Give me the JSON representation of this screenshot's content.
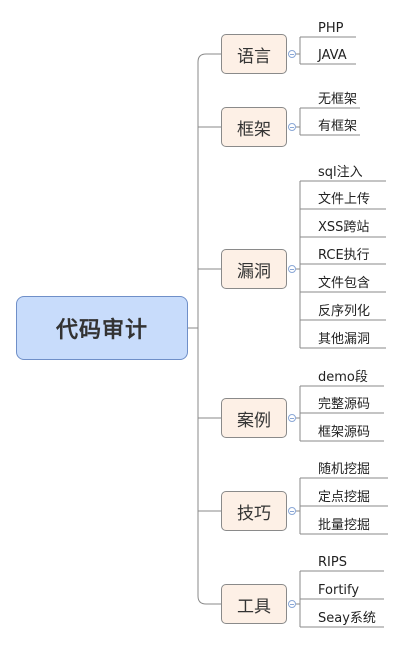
{
  "root": {
    "label": "代码审计"
  },
  "branches": [
    {
      "label": "语言",
      "leaves": [
        "PHP",
        "JAVA"
      ]
    },
    {
      "label": "框架",
      "leaves": [
        "无框架",
        "有框架"
      ]
    },
    {
      "label": "漏洞",
      "leaves": [
        "sql注入",
        "文件上传",
        "XSS跨站",
        "RCE执行",
        "文件包含",
        "反序列化",
        "其他漏洞"
      ]
    },
    {
      "label": "案例",
      "leaves": [
        "demo段",
        "完整源码",
        "框架源码"
      ]
    },
    {
      "label": "技巧",
      "leaves": [
        "随机挖掘",
        "定点挖掘",
        "批量挖掘"
      ]
    },
    {
      "label": "工具",
      "leaves": [
        "RIPS",
        "Fortify",
        "Seay系统"
      ]
    }
  ],
  "colors": {
    "root_fill": "#c8dcfb",
    "root_border": "#6f8fc8",
    "branch_fill": "#fdf0e6",
    "branch_border": "#8a8a8a",
    "connector": "#8a8a8a",
    "toggle": "#8aa7d6"
  }
}
